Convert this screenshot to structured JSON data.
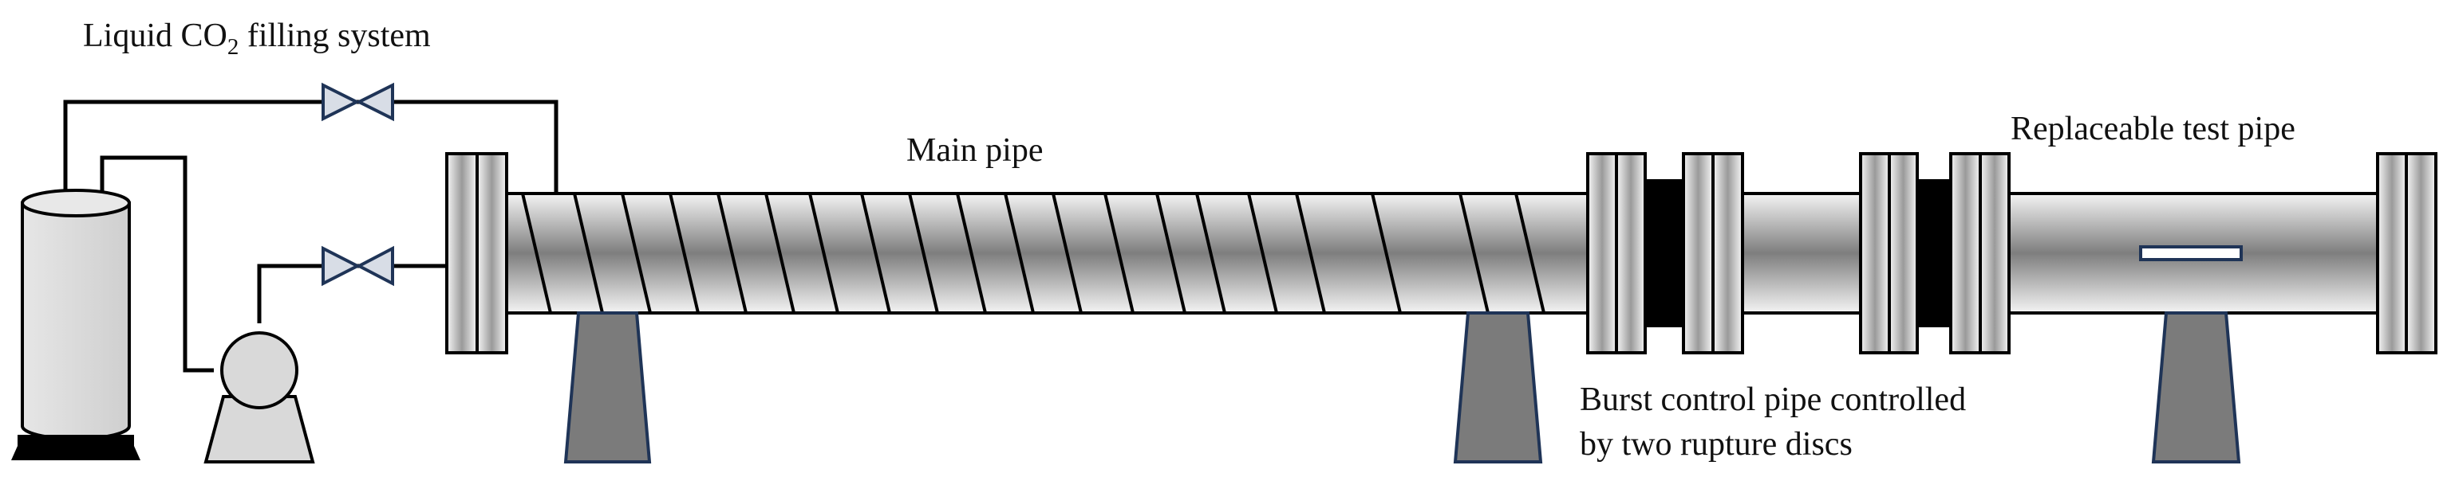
{
  "labels": {
    "filling_prefix": "Liquid CO",
    "filling_sub": "2",
    "filling_suffix": " filling system",
    "main_pipe": "Main pipe",
    "test_pipe": "Replaceable test pipe",
    "burst_line1": "Burst control pipe controlled",
    "burst_line2": "by two rupture discs"
  },
  "colors": {
    "outline": "#000000",
    "valve_fill": "#d8dde6",
    "valve_stroke": "#1f3457",
    "support_fill": "#7b7b7b",
    "support_stroke": "#1f3457",
    "pipe_light": "#f4f4f4",
    "pipe_dark": "#7e7e7e",
    "rupture_disc": "#000000",
    "tank_fill": "#d9d9d9",
    "base_fill": "#000000"
  },
  "icons": {
    "valves": [
      "gate-valve-icon",
      "gate-valve-icon"
    ],
    "pump": "pump-icon",
    "tank": "co2-tank-icon"
  }
}
